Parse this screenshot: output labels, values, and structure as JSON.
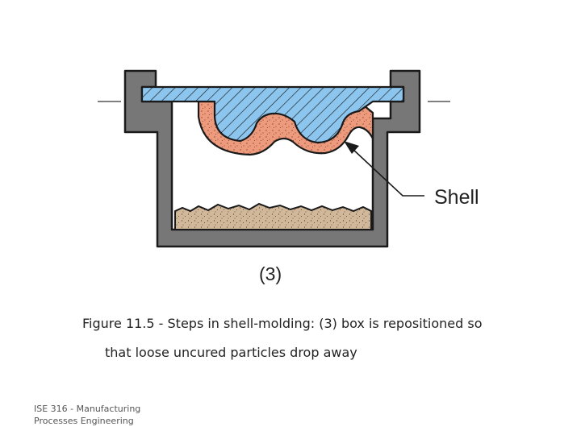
{
  "diagram": {
    "shell_label": "Shell",
    "step_label": "(3)",
    "colors": {
      "box": "#777777",
      "pattern_plate": "#8cc6ee",
      "shell": "#ee9a7d",
      "sand": "#d2b89a",
      "outline": "#1a1a1a"
    }
  },
  "caption": {
    "line1": "Figure 11.5 ‑ Steps in shell‑molding: (3) box is repositioned so",
    "line2": "that loose uncured particles drop away"
  },
  "footer": {
    "line1": "ISE 316 ‑ Manufacturing",
    "line2": "Processes Engineering"
  }
}
